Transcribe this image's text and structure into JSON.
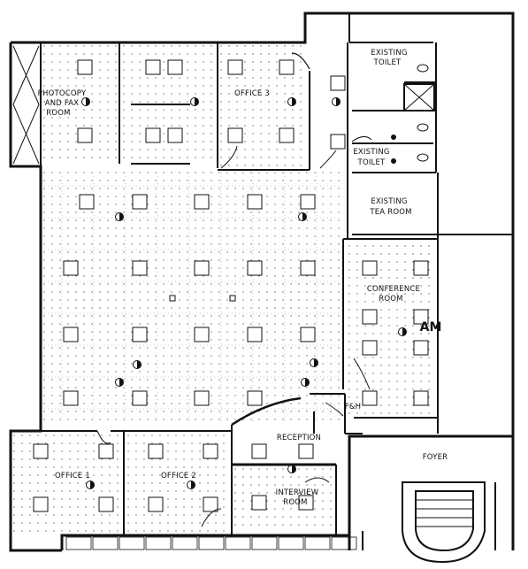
{
  "rooms": {
    "photocopy_line1": "PHOTOCOPY",
    "photocopy_line2": "AND FAX",
    "photocopy_line3": "ROOM",
    "office3": "OFFICE 3",
    "existing_toilet_a_line1": "EXISTING",
    "existing_toilet_a_line2": "TOILET",
    "existing_toilet_b_line1": "EXISTING",
    "existing_toilet_b_line2": "TOILET",
    "existing_tea_line1": "EXISTING",
    "existing_tea_line2": "TEA ROOM",
    "conference_line1": "CONFERENCE",
    "conference_line2": "ROOM",
    "fh": "F&H",
    "reception": "RECEPTION",
    "foyer": "FOYER",
    "office1": "OFFICE 1",
    "office2": "OFFICE 2",
    "interview_line1": "INTERVIEW",
    "interview_line2": "ROOM",
    "am_mark": "AM"
  },
  "colors": {
    "ink": "#111111",
    "paper": "#ffffff"
  }
}
